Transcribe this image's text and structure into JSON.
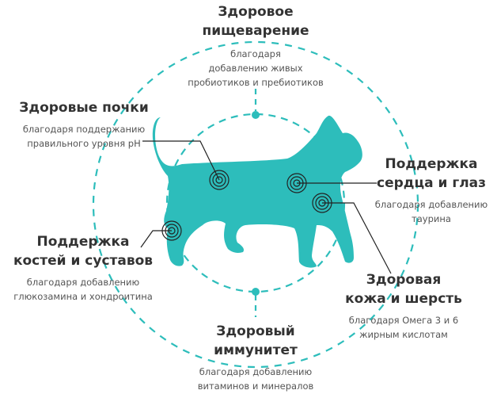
{
  "colors": {
    "accent": "#2dbdbb",
    "title": "#333333",
    "text": "#555555",
    "line": "#222222"
  },
  "benefits": [
    {
      "id": "digestion",
      "title_lines": [
        "Здоровое",
        "пищеварение"
      ],
      "sub_lines": [
        "благодаря",
        "добавлению живых",
        "пробиотиков и пребиотиков"
      ]
    },
    {
      "id": "kidneys",
      "title_lines": [
        "Здоровые почки"
      ],
      "sub_lines": [
        "благодаря поддержанию",
        "правильного уровня pH"
      ]
    },
    {
      "id": "heart",
      "title_lines": [
        "Поддержка",
        "сердца и глаз"
      ],
      "sub_lines": [
        "благодаря добавлению",
        "таурина"
      ]
    },
    {
      "id": "bones",
      "title_lines": [
        "Поддержка",
        "костей и суставов"
      ],
      "sub_lines": [
        "благодаря добавлению",
        "глюкозамина и хондроитина"
      ]
    },
    {
      "id": "skin",
      "title_lines": [
        "Здоровая",
        "кожа и шерсть"
      ],
      "sub_lines": [
        "благодаря Омега 3 и 6",
        "жирным кислотам"
      ]
    },
    {
      "id": "immunity",
      "title_lines": [
        "Здоровый",
        "иммунитет"
      ],
      "sub_lines": [
        "благодаря добавлению",
        "витаминов и минералов"
      ]
    }
  ]
}
